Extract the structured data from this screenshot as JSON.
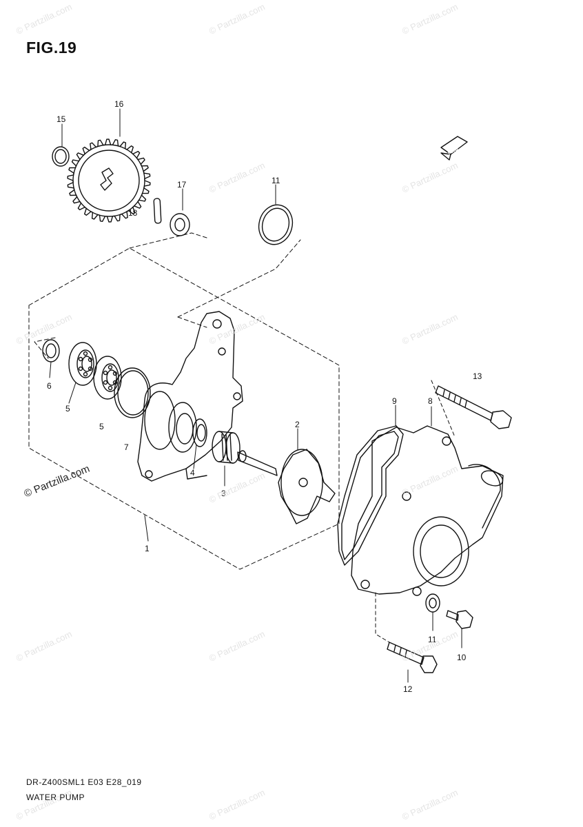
{
  "figure": {
    "title": "FIG.19"
  },
  "footer": {
    "model_code": "DR-Z400SML1 E03 E28_019",
    "section_name": "WATER PUMP"
  },
  "watermark": {
    "text": "© Partzilla.com"
  },
  "front_marker": {
    "text": "FWD"
  },
  "callouts": [
    {
      "id": "15",
      "label": "15"
    },
    {
      "id": "16",
      "label": "16"
    },
    {
      "id": "17",
      "label": "17"
    },
    {
      "id": "18",
      "label": "18"
    },
    {
      "id": "11a",
      "label": "11"
    },
    {
      "id": "6",
      "label": "6"
    },
    {
      "id": "5a",
      "label": "5"
    },
    {
      "id": "5b",
      "label": "5"
    },
    {
      "id": "7",
      "label": "7"
    },
    {
      "id": "4",
      "label": "4"
    },
    {
      "id": "3",
      "label": "3"
    },
    {
      "id": "2",
      "label": "2"
    },
    {
      "id": "1",
      "label": "1"
    },
    {
      "id": "13",
      "label": "13"
    },
    {
      "id": "9",
      "label": "9"
    },
    {
      "id": "8",
      "label": "8"
    },
    {
      "id": "11b",
      "label": "11"
    },
    {
      "id": "10",
      "label": "10"
    },
    {
      "id": "12",
      "label": "12"
    }
  ]
}
